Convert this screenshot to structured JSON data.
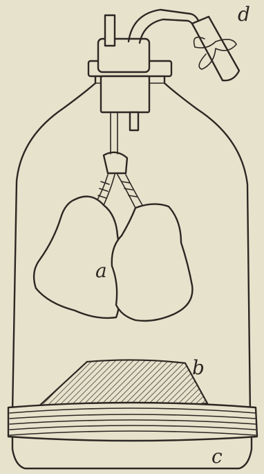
{
  "figure": {
    "colors": {
      "paper": "#e7e2cc",
      "ink": "#2b2722"
    },
    "labels": {
      "a": "a",
      "b": "b",
      "c": "c",
      "d": "d"
    }
  }
}
